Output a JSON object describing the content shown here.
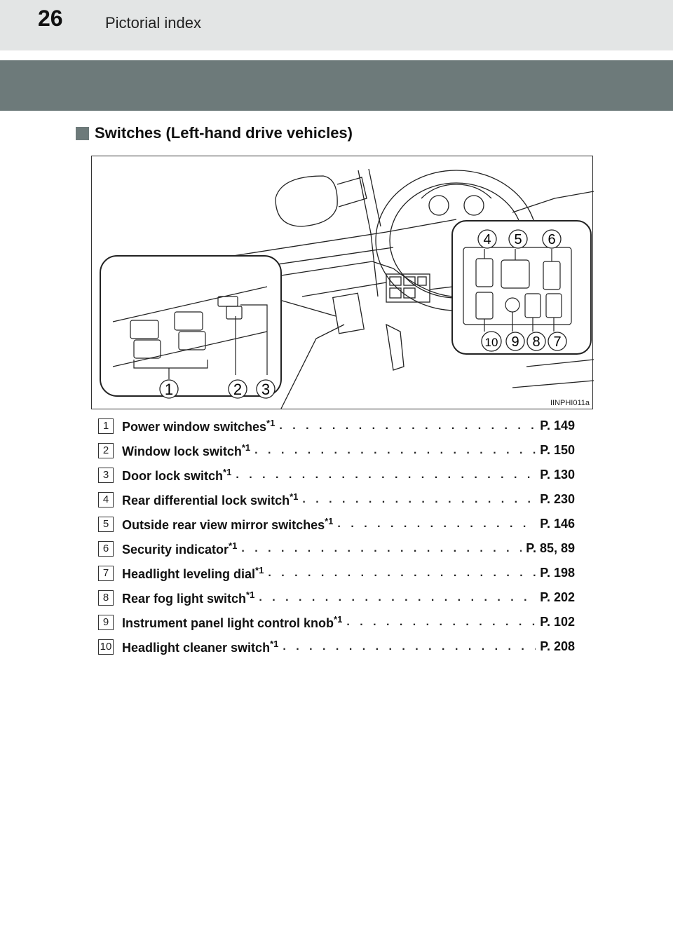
{
  "header": {
    "page_number": "26",
    "section": "Pictorial index"
  },
  "heading": "Switches (Left-hand drive vehicles)",
  "figure": {
    "code": "IINPHI011a",
    "callouts_left": [
      "1",
      "2",
      "3"
    ],
    "callouts_right_top": [
      "4",
      "5",
      "6"
    ],
    "callouts_right_bottom": [
      "10",
      "9",
      "8",
      "7"
    ]
  },
  "dots": ". . . . . . . . . . . . . . . . . . . . . . . . . . . . . . . . . . . . . . . . . . . . . . . . . .",
  "items": [
    {
      "num": "1",
      "label": "Power window switches",
      "sup": "*1",
      "ref": "P. 149"
    },
    {
      "num": "2",
      "label": "Window lock switch",
      "sup": "*1",
      "ref": "P. 150"
    },
    {
      "num": "3",
      "label": "Door lock switch",
      "sup": "*1",
      "ref": "P. 130"
    },
    {
      "num": "4",
      "label": "Rear differential lock switch",
      "sup": "*1",
      "ref": "P. 230"
    },
    {
      "num": "5",
      "label": "Outside rear view mirror switches",
      "sup": "*1",
      "ref": "P. 146"
    },
    {
      "num": "6",
      "label": "Security indicator",
      "sup": "*1",
      "ref": "P. 85, 89"
    },
    {
      "num": "7",
      "label": "Headlight leveling dial",
      "sup": "*1",
      "ref": "P. 198"
    },
    {
      "num": "8",
      "label": "Rear fog light switch",
      "sup": "*1",
      "ref": "P. 202"
    },
    {
      "num": "9",
      "label": "Instrument panel light control knob",
      "sup": "*1",
      "ref": "P. 102"
    },
    {
      "num": "10",
      "label": "Headlight cleaner switch",
      "sup": "*1",
      "ref": "P. 208"
    }
  ]
}
